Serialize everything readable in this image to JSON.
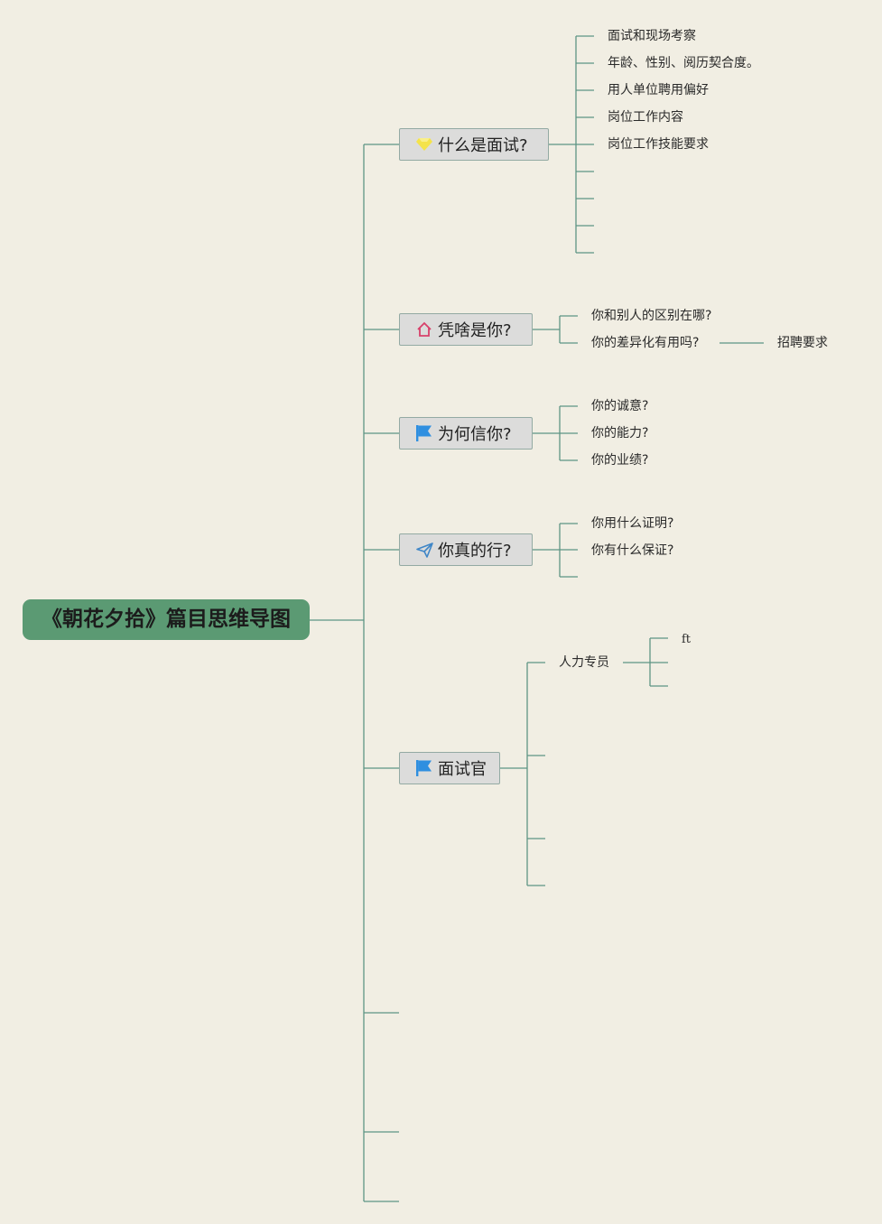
{
  "root": {
    "label": "《朝花夕拾》篇目思维导图"
  },
  "branches": [
    {
      "label": "什么是面试?",
      "icon": "gem-icon",
      "children": [
        "面试和现场考察",
        "年龄、性别、阅历契合度。",
        "用人单位聘用偏好",
        "岗位工作内容",
        "岗位工作技能要求"
      ]
    },
    {
      "label": "凭啥是你?",
      "icon": "home-icon",
      "children": [
        "你和别人的区别在哪?",
        "你的差异化有用吗?"
      ],
      "grandchild": "招聘要求"
    },
    {
      "label": "为何信你?",
      "icon": "flag-icon",
      "children": [
        "你的诚意?",
        "你的能力?",
        "你的业绩?"
      ]
    },
    {
      "label": "你真的行?",
      "icon": "send-icon",
      "children": [
        "你用什么证明?",
        "你有什么保证?"
      ]
    },
    {
      "label": "面试官",
      "icon": "flag-icon",
      "children": [
        "人力专员"
      ],
      "grandchild": "ft"
    }
  ],
  "colors": {
    "background": "#f1eee3",
    "root_fill": "#5b9a73",
    "node_fill": "#dcdcdb",
    "connector": "#5e9484",
    "flag": "#2f8fe0",
    "gem": "#f4e34a",
    "home": "#d8406a",
    "send": "#3f86c7"
  }
}
